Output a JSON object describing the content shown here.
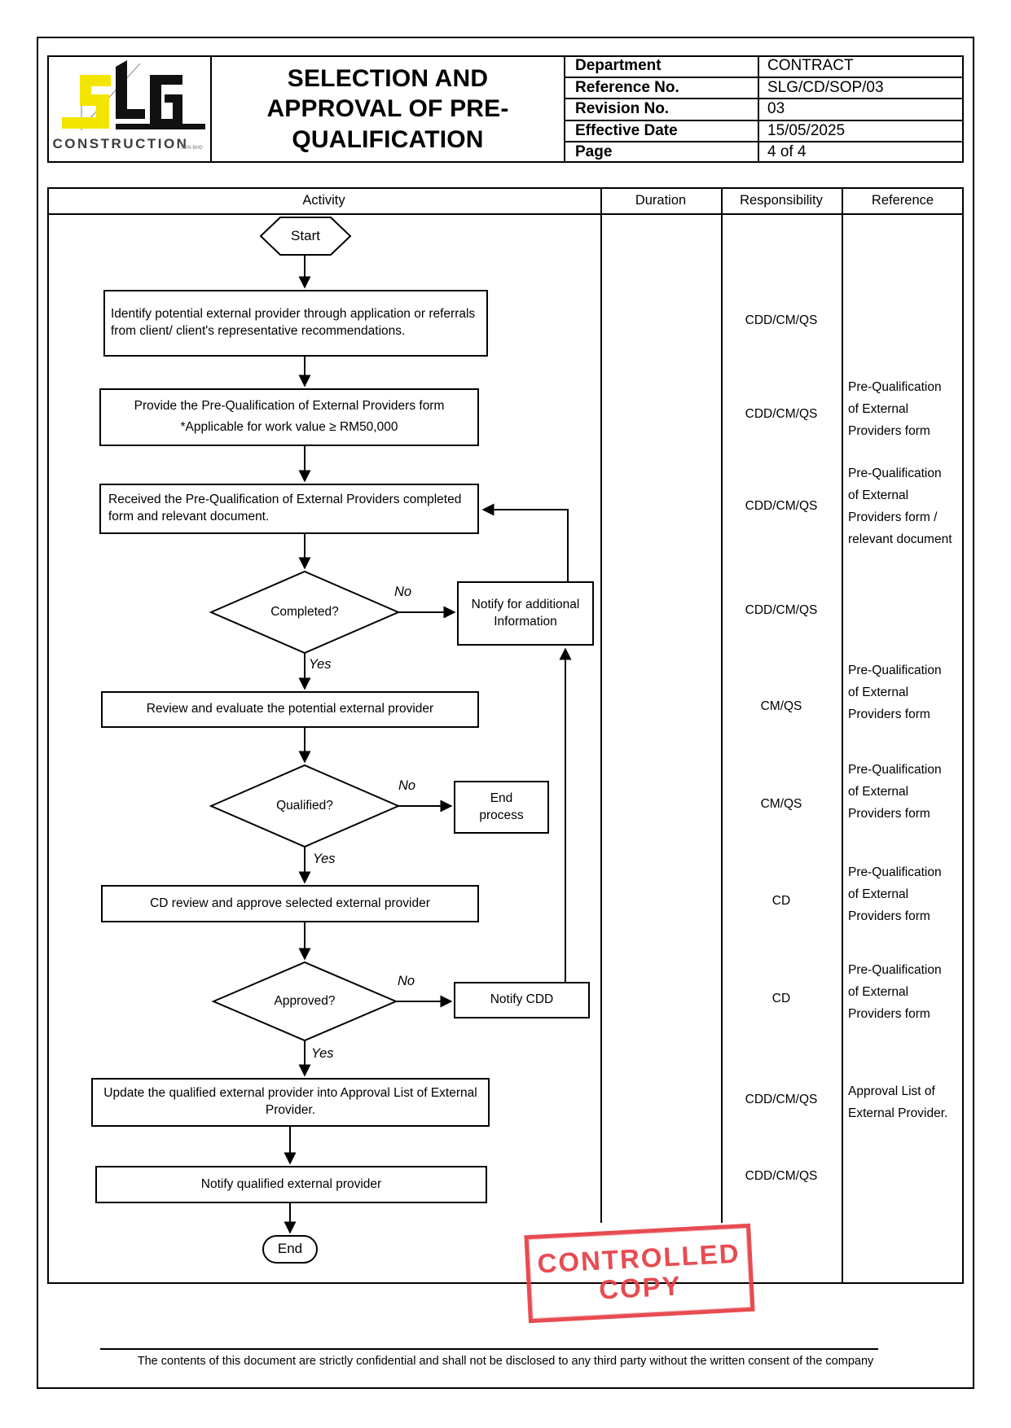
{
  "logo": {
    "name": "CONSTRUCTION",
    "suffix": "SDN BHD"
  },
  "header": {
    "title": "SELECTION AND APPROVAL OF PRE-QUALIFICATION",
    "info": [
      {
        "label": "Department",
        "value": "CONTRACT"
      },
      {
        "label": "Reference No.",
        "value": "SLG/CD/SOP/03"
      },
      {
        "label": "Revision No.",
        "value": "03"
      },
      {
        "label": "Effective Date",
        "value": "15/05/2025"
      },
      {
        "label": "Page",
        "value": "4 of 4"
      }
    ]
  },
  "table": {
    "columns": [
      "Activity",
      "Duration",
      "Responsibility",
      "Reference"
    ]
  },
  "flowchart": {
    "start_label": "Start",
    "end_label": "End",
    "yes_label": "Yes",
    "no_label": "No",
    "nodes": {
      "identify": "Identify potential external provider through application or referrals from client/ client's representative recommendations.",
      "provide_line1": "Provide the Pre-Qualification of External Providers form",
      "provide_line2": "*Applicable for work value ≥ RM50,000",
      "received": "Received the Pre-Qualification of External Providers completed form and relevant document.",
      "completed": "Completed?",
      "notify_info": "Notify for additional Information",
      "review": "Review and evaluate the potential external provider",
      "qualified": "Qualified?",
      "end_process": "End process",
      "cd_review": "CD review and approve selected external provider",
      "approved": "Approved?",
      "notify_cdd": "Notify CDD",
      "update": "Update the qualified external provider into Approval List of External Provider.",
      "notify_qualified": "Notify qualified external provider"
    }
  },
  "responsibilities": [
    "CDD/CM/QS",
    "CDD/CM/QS",
    "CDD/CM/QS",
    "CDD/CM/QS",
    "CM/QS",
    "CM/QS",
    "CD",
    "CD",
    "CDD/CM/QS",
    "CDD/CM/QS"
  ],
  "references": [
    "Pre-Qualification of External Providers form",
    "Pre-Qualification of External Providers form / relevant document",
    "Pre-Qualification of External Providers form",
    "Pre-Qualification of External Providers form",
    "Pre-Qualification of External Providers form",
    "Pre-Qualification of External Providers form",
    "Approval List of External Provider."
  ],
  "stamp": {
    "line1": "CONTROLLED",
    "line2": "COPY",
    "color": "#e63f45"
  },
  "footer": {
    "note": "The contents of this document are strictly confidential and shall not be disclosed to any third party without the written consent of the company"
  }
}
